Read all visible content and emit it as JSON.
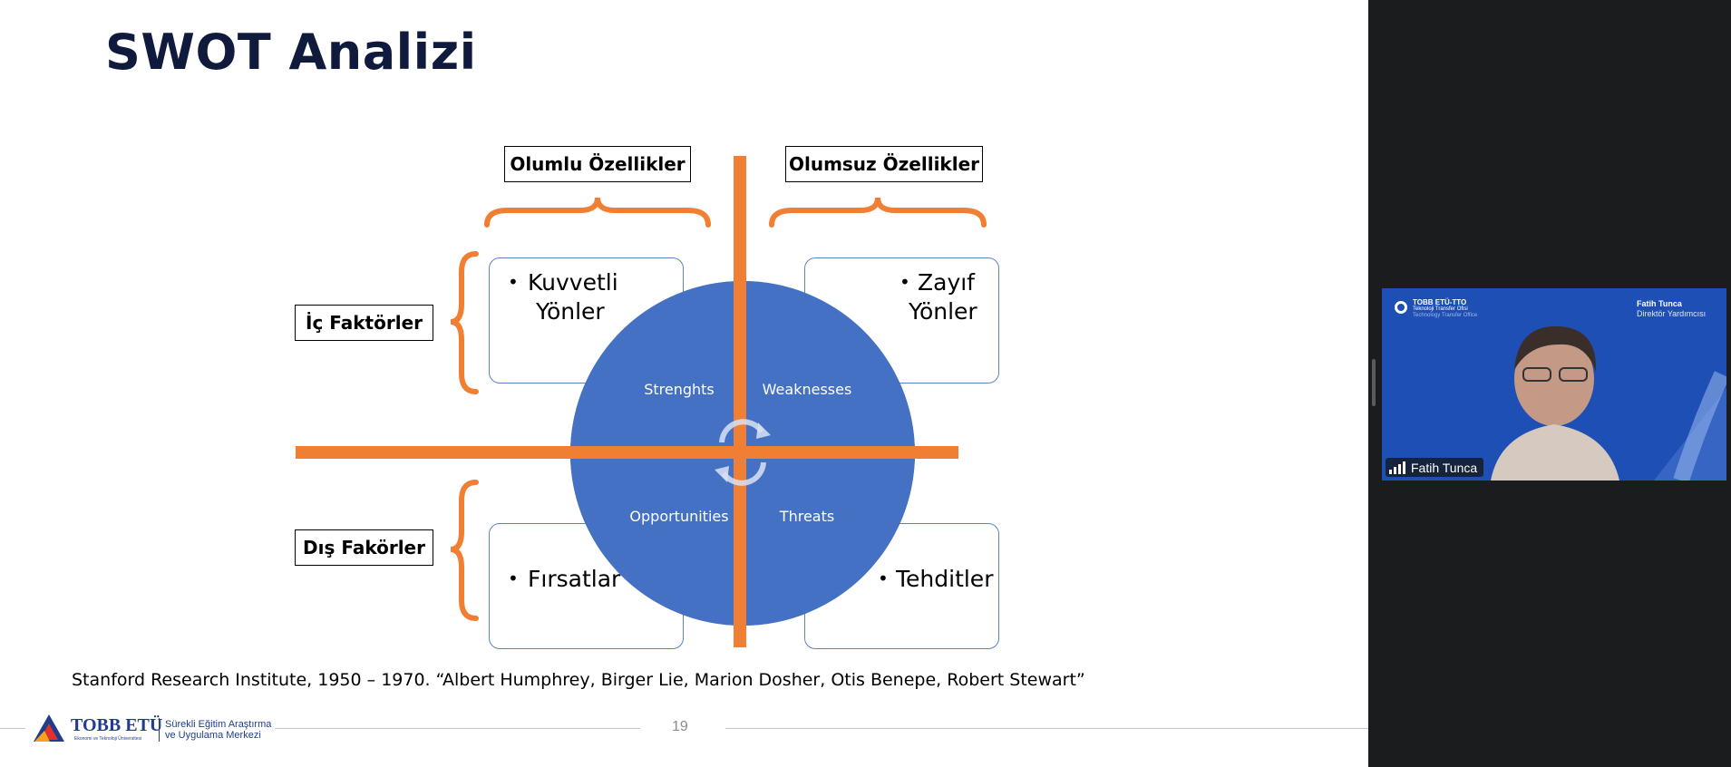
{
  "slide": {
    "title": "SWOT Analizi",
    "header_labels": {
      "positive": "Olumlu Özellikler",
      "negative": "Olumsuz Özellikler"
    },
    "side_labels": {
      "internal": "İç Faktörler",
      "external": "Dış Fakörler"
    },
    "quadrants": {
      "strengths": {
        "bullet": "•",
        "line1": "Kuvvetli",
        "line2": "Yönler"
      },
      "weaknesses": {
        "bullet": "•",
        "line1": "Zayıf",
        "line2": "Yönler"
      },
      "opportunities": {
        "bullet": "•",
        "line1": "Fırsatlar"
      },
      "threats": {
        "bullet": "•",
        "line1": "Tehditler"
      }
    },
    "circle_labels": {
      "strengths": "Strenghts",
      "weaknesses": "Weaknesses",
      "opportunities": "Opportunities",
      "threats": "Threats"
    },
    "citation": "Stanford Research Institute, 1950 – 1970. “Albert Humphrey, Birger Lie, Marion Dosher, Otis Benepe, Robert Stewart”",
    "page_number": "19",
    "logo": {
      "name": "TOBB ETÜ",
      "subtitle": "Ekonomi ve Teknoloji Üniversitesi",
      "right_line1": "Sürekli Eğitim Araştırma",
      "right_line2": "ve Uygulama Merkezi"
    }
  },
  "video": {
    "org_name": "TOBB ETÜ-TTO",
    "org_sub": "Teknoloji Transfer Ofisi",
    "org_sub2": "Technology Transfer Office",
    "person_name": "Fatih Tunca",
    "person_role": "Direktör Yardımcısı",
    "participant_label": "Fatih Tunca"
  },
  "colors": {
    "accent_orange": "#f07f33",
    "circle_blue": "#4471c4",
    "title_navy": "#0f1a3d",
    "video_bg": "#1e4fb4",
    "panel_bg": "#1b1c1e"
  }
}
